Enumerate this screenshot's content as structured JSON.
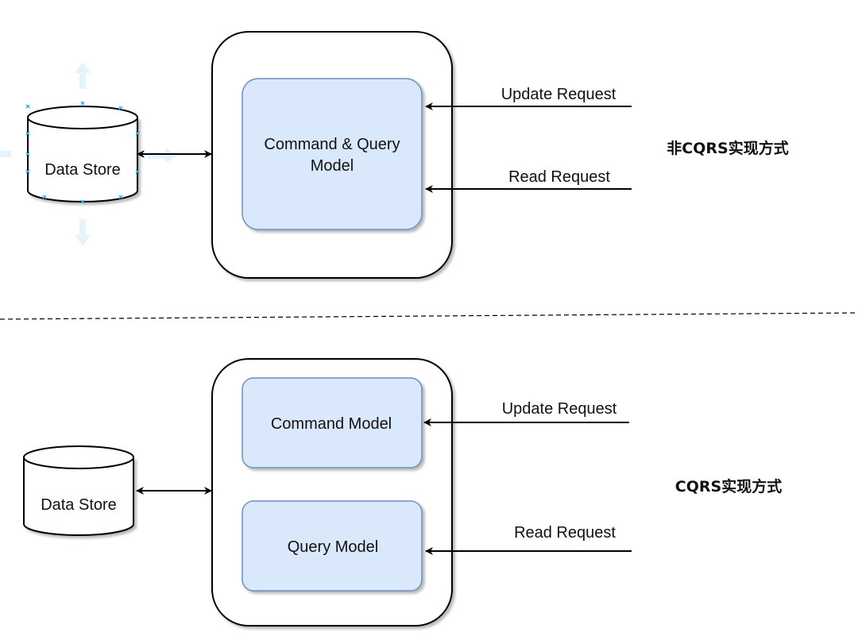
{
  "top_section": {
    "data_store_label": "Data Store",
    "model_label_line1": "Command & Query",
    "model_label_line2": "Model",
    "update_request_label": "Update Request",
    "read_request_label": "Read Request",
    "caption": "非CQRS实现方式"
  },
  "bottom_section": {
    "data_store_label": "Data Store",
    "command_model_label": "Command Model",
    "query_model_label": "Query Model",
    "update_request_label": "Update Request",
    "read_request_label": "Read Request",
    "caption": "CQRS实现方式"
  },
  "colors": {
    "model_fill": "#dae8fc",
    "model_stroke": "#6c8ebf",
    "container_stroke": "#000000",
    "selection_handle": "#29b6f2"
  }
}
